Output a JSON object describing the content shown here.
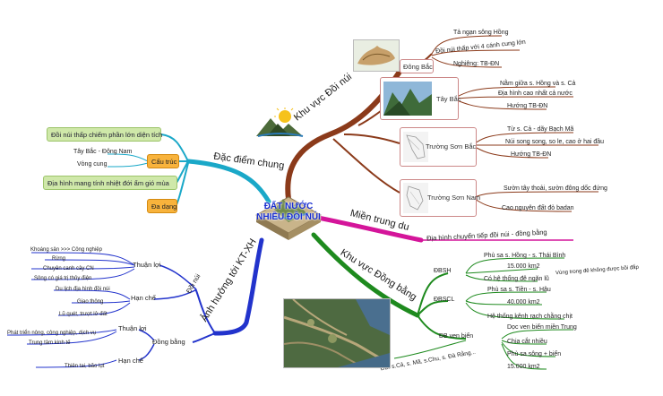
{
  "center": {
    "line1": "ĐẤT NƯỚC",
    "line2": "NHIỀU ĐỒI NÚI"
  },
  "branches": {
    "khu_vuc_doi_nui": "Khu vực Đồi núi",
    "dac_diem_chung": "Đặc điểm chung",
    "mien_trung_du": "Miền trung du",
    "khu_vuc_dong_bang": "Khu vực Đồng bằng",
    "anh_huong_kt_xh": "Ảnh hưởng tới KT-XH"
  },
  "dong_bac": {
    "label": "Đông Bắc",
    "items": [
      "Tả ngạn sông Hồng",
      "Đồi núi thấp với 4 cánh cung lớn",
      "Nghiêng: TB-ĐN"
    ]
  },
  "tay_bac": {
    "label": "Tây Bắc",
    "items": [
      "Nằm giữa s. Hồng và s. Cả",
      "Địa hình cao nhất cả nước",
      "Hướng TB-ĐN"
    ]
  },
  "truong_son_bac": {
    "label": "Trường Sơn Bắc",
    "items": [
      "Từ s. Cả - dãy Bạch Mã",
      "Núi song song, so le, cao ở hai đầu",
      "Hướng TB-ĐN"
    ]
  },
  "truong_son_nam": {
    "label": "Trường Sơn Nam",
    "items": [
      "Sườn tây thoải, sườn đông dốc đứng",
      "Cao nguyên đất đỏ badan"
    ]
  },
  "dac_diem": {
    "doi_nui_thap": "Đồi núi thấp chiếm phần lớn diện tích",
    "cau_truc": "Cấu trúc",
    "cau_truc_items": [
      "Tây Bắc - Đông Nam",
      "Vòng cung"
    ],
    "dia_hinh": "Địa hình mang tính nhiệt đới ẩm gió mùa",
    "da_dang": "Đa dạng"
  },
  "mien_trung_du_item": "Địa hình chuyển tiếp đồi núi - đồng bằng",
  "dbsh": {
    "label": "ĐBSH",
    "items": [
      "Phù sa s. Hồng - s. Thái Bình",
      "15.000 km2",
      "Có hệ thống đê ngăn lũ"
    ],
    "note": "Vùng trong đê không được bồi đắp"
  },
  "dbscl": {
    "label": "ĐBSCL",
    "items": [
      "Phù sa s. Tiền - s. Hậu",
      "40.000 km2",
      "Hệ thống kênh rạch chằng chịt"
    ]
  },
  "db_ven_bien": {
    "label": "ĐB ven biển",
    "sub": "ĐB. s.Cả, s. Mã, s.Chu, s. Đà Rằng...",
    "items": [
      "Dọc ven biển miền Trung",
      "Chia cắt nhiều",
      "Phù sa sông + biển",
      "15.000 km2"
    ]
  },
  "anh_huong": {
    "doi_nui": "Đồi núi",
    "dn_thuan_loi": "Thuận lợi",
    "dn_thuan_loi_items": [
      "Khoáng sản >>> Công nghiệp",
      "Rừng",
      "Chuyên canh cây CN",
      "Sông có giá trị thủy điện"
    ],
    "dn_han_che": "Hạn chế",
    "dn_han_che_items": [
      "Du lịch địa hình đồi núi",
      "Giao thông",
      "Lũ quét, trượt lở đất"
    ],
    "dong_bang": "Đồng bằng",
    "db_thuan_loi": "Thuận lợi",
    "db_thuan_loi_items": [
      "Phát triển nông, công nghiệp, dịch vụ",
      "Trung tâm kinh tế"
    ],
    "db_han_che": "Hạn chế",
    "db_han_che_items": [
      "Thiên tai, bão lụt"
    ]
  },
  "colors": {
    "doi_nui": "#8b3a1a",
    "dac_diem": "#1aa8c8",
    "trung_du": "#d4159a",
    "dong_bang": "#1e8a1e",
    "anh_huong": "#2233cc",
    "center_text": "#1a2fd0"
  }
}
